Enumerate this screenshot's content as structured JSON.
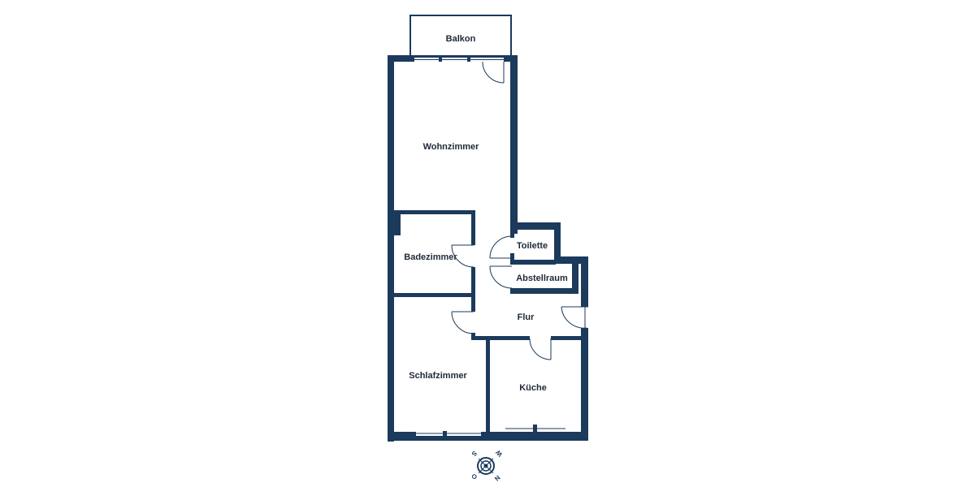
{
  "floorplan": {
    "rooms": {
      "balkon": "Balkon",
      "wohnzimmer": "Wohnzimmer",
      "toilette": "Toilette",
      "badezimmer": "Badezimmer",
      "abstellraum": "Abstellraum",
      "flur": "Flur",
      "schlafzimmer": "Schlafzimmer",
      "kueche": "Küche"
    },
    "compass": {
      "n": "N",
      "o": "O",
      "s": "S",
      "w": "W"
    },
    "colors": {
      "wall": "#1b3a5c",
      "thin_line": "#1b3a5c",
      "window": "#ffffff",
      "background": "#ffffff"
    }
  }
}
